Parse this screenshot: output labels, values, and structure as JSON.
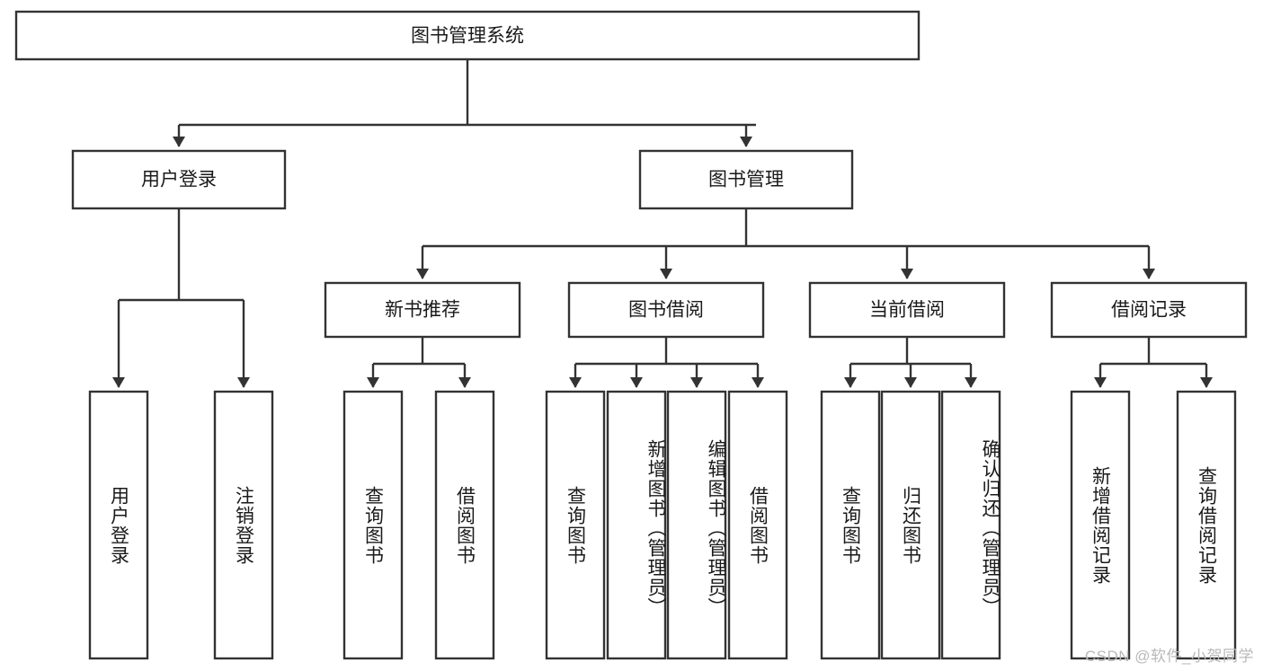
{
  "diagram": {
    "type": "tree",
    "title": "图书管理系统",
    "watermark": "CSDN @软件_小贺同学",
    "colors": {
      "box_fill": "#ffffff",
      "box_stroke": "#333333",
      "text": "#1a1a1a",
      "watermark": "#b9b9b9",
      "background": "#ffffff"
    },
    "levels": {
      "root": {
        "label": "图书管理系统"
      },
      "level2": [
        {
          "id": "user-login",
          "label": "用户登录"
        },
        {
          "id": "book-manage",
          "label": "图书管理"
        }
      ],
      "level3": [
        {
          "id": "new-book-rec",
          "label": "新书推荐",
          "parent": "book-manage"
        },
        {
          "id": "book-borrow",
          "label": "图书借阅",
          "parent": "book-manage"
        },
        {
          "id": "current-borrow",
          "label": "当前借阅",
          "parent": "book-manage"
        },
        {
          "id": "borrow-record",
          "label": "借阅记录",
          "parent": "book-manage"
        }
      ],
      "leaves": [
        {
          "id": "leaf-user-login",
          "label": "用户登录",
          "parent": "user-login"
        },
        {
          "id": "leaf-logout",
          "label": "注销登录",
          "parent": "user-login"
        },
        {
          "id": "leaf-query-book-1",
          "label": "查询图书",
          "parent": "new-book-rec"
        },
        {
          "id": "leaf-borrow-book-1",
          "label": "借阅图书",
          "parent": "new-book-rec"
        },
        {
          "id": "leaf-query-book-2",
          "label": "查询图书",
          "parent": "book-borrow"
        },
        {
          "id": "leaf-add-book",
          "label": "新增图书（管理员）",
          "parent": "book-borrow"
        },
        {
          "id": "leaf-edit-book",
          "label": "编辑图书（管理员）",
          "parent": "book-borrow"
        },
        {
          "id": "leaf-borrow-book-2",
          "label": "借阅图书",
          "parent": "book-borrow"
        },
        {
          "id": "leaf-query-book-3",
          "label": "查询图书",
          "parent": "current-borrow"
        },
        {
          "id": "leaf-return-book",
          "label": "归还图书",
          "parent": "current-borrow"
        },
        {
          "id": "leaf-confirm-return",
          "label": "确认归还（管理员）",
          "parent": "current-borrow"
        },
        {
          "id": "leaf-add-record",
          "label": "新增借阅记录",
          "parent": "borrow-record"
        },
        {
          "id": "leaf-query-record",
          "label": "查询借阅记录",
          "parent": "borrow-record"
        }
      ]
    }
  }
}
